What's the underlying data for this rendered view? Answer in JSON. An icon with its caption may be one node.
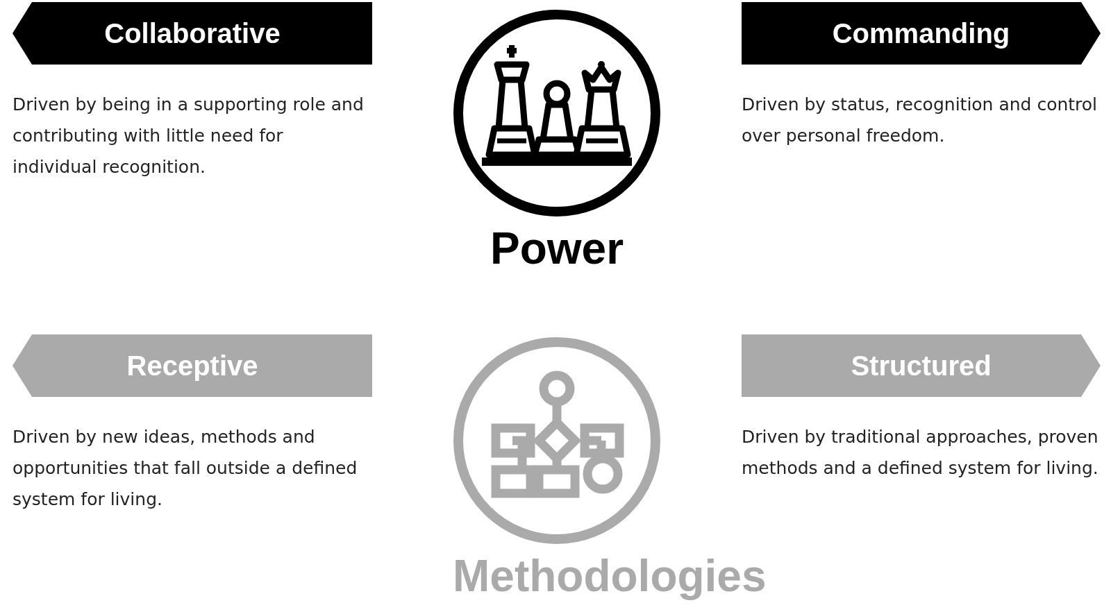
{
  "diagram": {
    "nodes": [
      {
        "text": [
          "Collaborative"
        ],
        "beside": [
          "Driven by being in a supporting role and contributing with little need for individual recognition."
        ]
      },
      {
        "text": [
          "Power"
        ]
      },
      {
        "text": [
          "Commanding"
        ],
        "beside": [
          "Driven by status, recognition and control over personal freedom."
        ]
      },
      {
        "text": [
          "Receptive"
        ],
        "beside": [
          "Driven by new ideas, methods and opportunities that fall outside a defined system for living."
        ]
      },
      {
        "text": [
          "Methodologies"
        ]
      },
      {
        "text": [
          "Structured"
        ],
        "beside": [
          "Driven by traditional approaches, proven methods and a defined system for living."
        ]
      }
    ]
  }
}
